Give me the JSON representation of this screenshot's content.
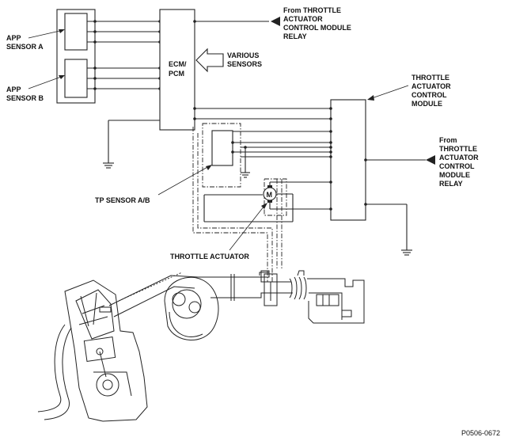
{
  "labels": {
    "app_a": [
      "APP",
      "SENSOR A"
    ],
    "app_b": [
      "APP",
      "SENSOR B"
    ],
    "ecm": [
      "ECM/",
      "PCM"
    ],
    "various": [
      "VARIOUS",
      "SENSORS"
    ],
    "from_relay_top": [
      "From THROTTLE",
      "ACTUATOR",
      "CONTROL MODULE",
      "RELAY"
    ],
    "tacm": [
      "THROTTLE",
      "ACTUATOR",
      "CONTROL",
      "MODULE"
    ],
    "from_relay_right": [
      "From",
      "THROTTLE",
      "ACTUATOR",
      "CONTROL",
      "MODULE",
      "RELAY"
    ],
    "tp_sensor": "TP SENSOR A/B",
    "throttle_actuator": "THROTTLE ACTUATOR",
    "motor": "M",
    "figure_code": "P0506-0672"
  },
  "icons": {
    "ground": "ground-symbol",
    "arrow": "arrow-indicator"
  }
}
